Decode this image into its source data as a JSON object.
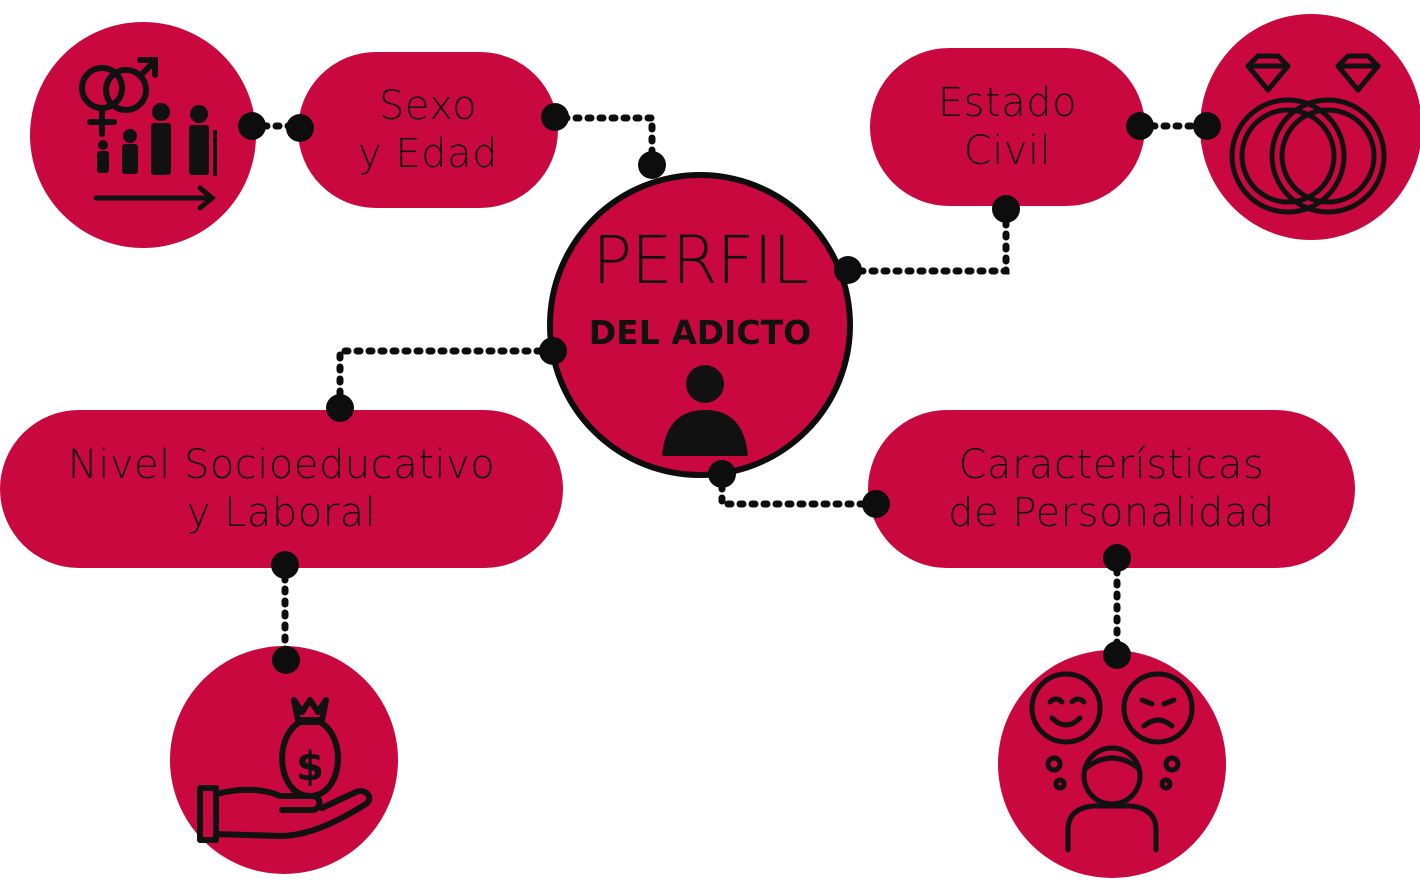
{
  "colors": {
    "brand": "#c8083f",
    "ink": "#111111"
  },
  "center": {
    "title": "PERFIL",
    "subtitle": "DEL ADICTO",
    "icon": "user-icon"
  },
  "nodes": {
    "sexo_edad": {
      "line1": "Sexo",
      "line2": "y Edad",
      "icon": "gender-age-icon"
    },
    "estado_civil": {
      "line1": "Estado",
      "line2": "Civil",
      "icon": "wedding-rings-icon"
    },
    "nivel": {
      "line1": "Nivel Socioeducativo",
      "line2": "y Laboral",
      "icon": "money-hand-icon"
    },
    "caracteristicas": {
      "line1": "Características",
      "line2": "de Personalidad",
      "icon": "emotions-person-icon"
    }
  }
}
